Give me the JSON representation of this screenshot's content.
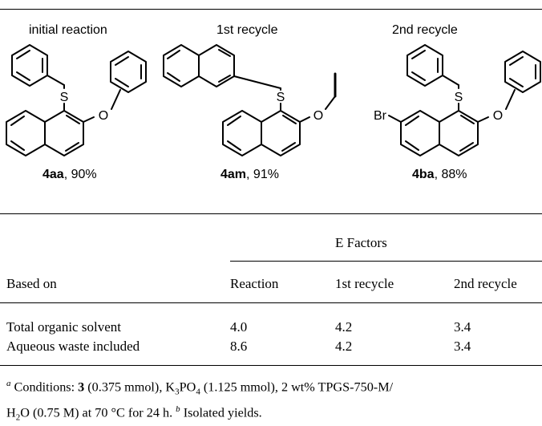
{
  "scheme": {
    "compounds": [
      {
        "header": "initial reaction",
        "code": "4aa",
        "yield": ", 90%"
      },
      {
        "header": "1st recycle",
        "code": "4am",
        "yield": ", 91%"
      },
      {
        "header": "2nd recycle",
        "code": "4ba",
        "yield": ", 88%"
      }
    ],
    "atom_labels": {
      "S": "S",
      "O": "O",
      "Br": "Br"
    }
  },
  "table": {
    "group_header": "E Factors",
    "columns": [
      "Based on",
      "Reaction",
      "1st recycle",
      "2nd recycle"
    ],
    "rows": [
      [
        "Total organic solvent",
        "4.0",
        "4.2",
        "3.4"
      ],
      [
        "Aqueous waste included",
        "8.6",
        "4.2",
        "3.4"
      ]
    ]
  },
  "footnote": {
    "mark_a": "a",
    "t1": " Conditions: ",
    "bold3": "3",
    "t2": " (0.375 mmol), K",
    "sub3": "3",
    "t3": "PO",
    "sub4": "4",
    "t4": " (1.125 mmol), 2 wt% TPGS-750-M/",
    "h": "H",
    "sub2": "2",
    "t5": "O (0.75 M) at 70 °C for 24 h. ",
    "mark_b": "b",
    "t6": " Isolated yields."
  }
}
